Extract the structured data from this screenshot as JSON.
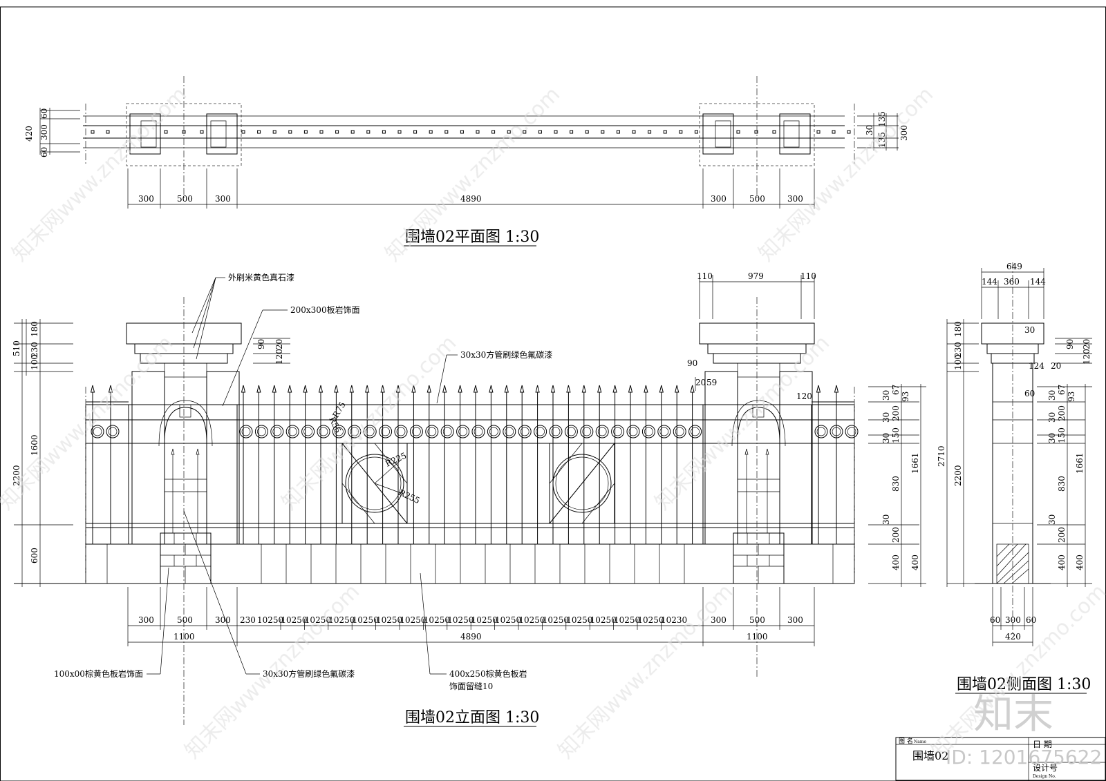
{
  "titles": {
    "plan": "围墙02平面图 1:30",
    "elevation": "围墙02立面图 1:30",
    "side": "围墙02侧面图 1:30"
  },
  "notes": {
    "paint": "外刷米黄色真石漆",
    "slate_face": "200x300板岩饰面",
    "tube_top": "30x30方管刷绿色氟碳漆",
    "brown_slate": "100x00棕黄色板岩饰面",
    "tube_bottom": "30x30方管刷绿色氟碳漆",
    "base_slate_1": "400x250棕黄色板岩",
    "base_slate_2": "饰面留缝10"
  },
  "radii": [
    "R55",
    "R75",
    "R225",
    "R255"
  ],
  "plan_dims": {
    "left": [
      "420",
      "60",
      "300",
      "60"
    ],
    "bottom": [
      "300",
      "500",
      "300",
      "4890",
      "300",
      "500",
      "300"
    ],
    "right": [
      "30",
      "135",
      "135",
      "300"
    ]
  },
  "elev_dims": {
    "left": [
      "510",
      "100",
      "230",
      "180",
      "2200",
      "1600",
      "600"
    ],
    "top_right": [
      "110",
      "979",
      "110"
    ],
    "cap_small": [
      "90",
      "120",
      "20"
    ],
    "pier_small": [
      "90",
      "20",
      "59",
      "120"
    ],
    "right_a": [
      "30",
      "67",
      "93",
      "30",
      "200",
      "30",
      "150",
      "830",
      "30",
      "200",
      "400"
    ],
    "right_b": [
      "1661",
      "400"
    ],
    "bottom_row1_start": [
      "300",
      "500",
      "300",
      "230"
    ],
    "bottom_row1_mid": "10250",
    "bottom_row1_end": [
      "10230",
      "300",
      "500",
      "300"
    ],
    "bottom_row2": [
      "1100",
      "4890",
      "1100"
    ]
  },
  "side_dims": {
    "top": [
      "649",
      "144",
      "360",
      "144"
    ],
    "left": [
      "2710",
      "100",
      "230",
      "180",
      "2200"
    ],
    "cap": [
      "30",
      "90",
      "120",
      "20",
      "124",
      "20",
      "60"
    ],
    "right_a": [
      "30",
      "67",
      "93",
      "30",
      "200",
      "30",
      "150",
      "830",
      "30",
      "200",
      "400"
    ],
    "right_b": [
      "1661",
      "400"
    ],
    "bottom": [
      "60",
      "300",
      "60",
      "420"
    ]
  },
  "title_block": {
    "label_name": "图 名",
    "label_name_en": "Name",
    "name": "围墙02",
    "label_date": "日 期",
    "label_design": "设计号",
    "label_design_en": "Design No."
  },
  "watermarks": {
    "site": "知末网www.znzmo.com",
    "logo": "知末",
    "id": "ID: 1201675622"
  }
}
